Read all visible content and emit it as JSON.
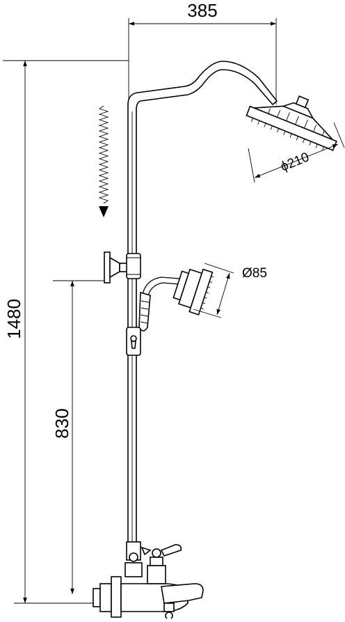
{
  "dimensions": {
    "width_top": "385",
    "head_diameter": "ϕ210",
    "hand_diameter": "Ø85",
    "total_height": "1480",
    "mixer_height": "830"
  },
  "colors": {
    "line": "#000000",
    "background": "#ffffff"
  },
  "icons": {
    "water_flow": "wavy-down-arrow-icon"
  }
}
